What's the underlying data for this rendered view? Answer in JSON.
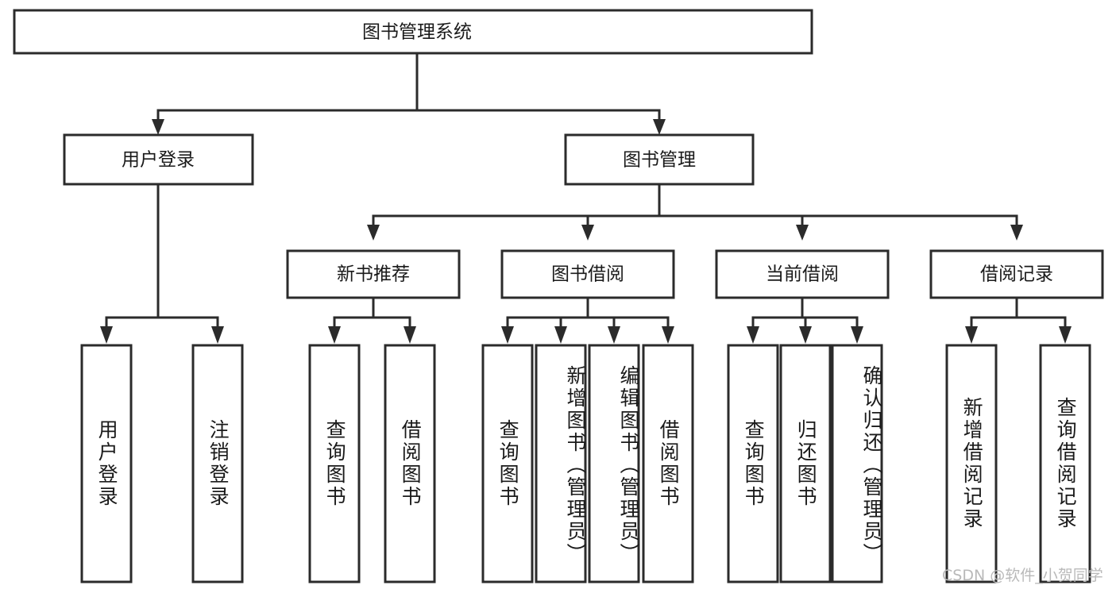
{
  "diagram": {
    "type": "tree-hierarchy",
    "title": "图书管理系统",
    "watermark": "CSDN @软件_小贺同学",
    "colors": {
      "stroke": "#2b2b2b",
      "fill": "#ffffff",
      "text": "#1a1a1a",
      "watermark": "#b9b9b9",
      "background": "#ffffff"
    },
    "root": {
      "label": "图书管理系统"
    },
    "level2": [
      {
        "label": "用户登录"
      },
      {
        "label": "图书管理"
      }
    ],
    "level3": [
      {
        "label": "新书推荐"
      },
      {
        "label": "图书借阅"
      },
      {
        "label": "当前借阅"
      },
      {
        "label": "借阅记录"
      }
    ],
    "leaves": {
      "user_login": [
        {
          "label": "用户登录",
          "align": "center"
        },
        {
          "label": "注销登录",
          "align": "center"
        }
      ],
      "new_book": [
        {
          "label": "查询图书",
          "align": "center"
        },
        {
          "label": "借阅图书",
          "align": "center"
        }
      ],
      "book_borrow": [
        {
          "label": "查询图书",
          "align": "center"
        },
        {
          "label": "新增图书（管理员）",
          "align": "top"
        },
        {
          "label": "编辑图书（管理员）",
          "align": "top"
        },
        {
          "label": "借阅图书",
          "align": "center"
        }
      ],
      "current_borrow": [
        {
          "label": "查询图书",
          "align": "center"
        },
        {
          "label": "归还图书",
          "align": "center"
        },
        {
          "label": "确认归还（管理员）",
          "align": "top"
        }
      ],
      "borrow_record": [
        {
          "label": "新增借阅记录",
          "align": "center"
        },
        {
          "label": "查询借阅记录",
          "align": "center"
        }
      ]
    }
  }
}
